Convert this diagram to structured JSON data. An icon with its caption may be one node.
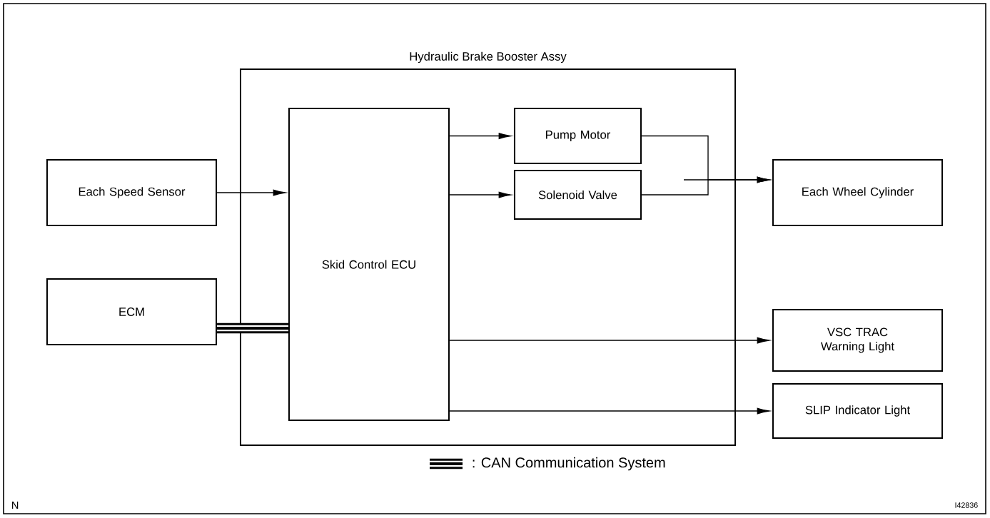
{
  "diagram": {
    "nodes": [
      {
        "text": [
          "Hydraulic Brake Booster Assy"
        ]
      },
      {
        "text": [
          "Skid Control ECU"
        ],
        "in": 0
      },
      {
        "text": [
          "Pump Motor"
        ],
        "in": 0
      },
      {
        "text": [
          "Solenoid Valve"
        ],
        "in": 0
      },
      {
        "text": [
          "Each Speed Sensor"
        ]
      },
      {
        "text": [
          "ECM"
        ]
      },
      {
        "text": [
          "Each Wheel Cylinder"
        ]
      },
      {
        "text": [
          "VSC TRAC Warning Light"
        ]
      },
      {
        "text": [
          "SLIP Indicator Light"
        ]
      }
    ],
    "edges": [
      {
        "from": 4,
        "to": 1,
        "arrow": "to"
      },
      {
        "from": 5,
        "to": 1,
        "arrow": "none",
        "style": "thick"
      },
      {
        "from": 1,
        "to": 2,
        "arrow": "to"
      },
      {
        "from": 1,
        "to": 3,
        "arrow": "to"
      },
      {
        "from": 2,
        "to": 6,
        "arrow": "to"
      },
      {
        "from": 3,
        "to": 6,
        "arrow": "to"
      },
      {
        "from": 1,
        "to": 7,
        "arrow": "to"
      },
      {
        "from": 1,
        "to": 8,
        "arrow": "to"
      }
    ],
    "labels": [
      "N",
      "I42836"
    ],
    "legend": [
      {
        "text": ": CAN Communication System"
      }
    ]
  }
}
